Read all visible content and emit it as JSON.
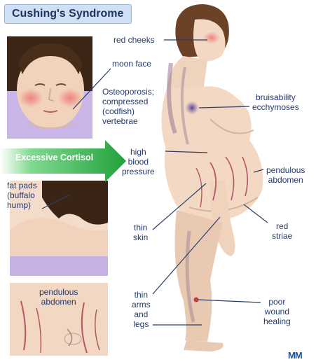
{
  "title": "Cushing's Syndrome",
  "arrow_label": "Excessive Cortisol",
  "labels": {
    "red_cheeks": "red cheeks",
    "moon_face": "moon face",
    "osteoporosis": "Osteoporosis;\ncompressed\n(codfish)\nvertebrae",
    "bruisability": "bruisability\necchymoses",
    "high_bp": "high\nblood\npressure",
    "pendulous_abdomen_right": "pendulous\nabdomen",
    "fat_pads": "fat pads\n(buffalo\nhump)",
    "thin_skin": "thin\nskin",
    "red_striae": "red\nstriae",
    "pendulous_abdomen_inset": "pendulous\nabdomen",
    "thin_limbs": "thin\narms\nand\nlegs",
    "poor_wound": "poor\nwound\nhealing"
  },
  "brand": "MM",
  "colors": {
    "title_bg": "#cfe0f4",
    "label_text": "#223a6e",
    "arrow_green": "#2eb34a",
    "skin": "#f3d9c3",
    "hair": "#6b4226",
    "striae": "#b4566a"
  }
}
